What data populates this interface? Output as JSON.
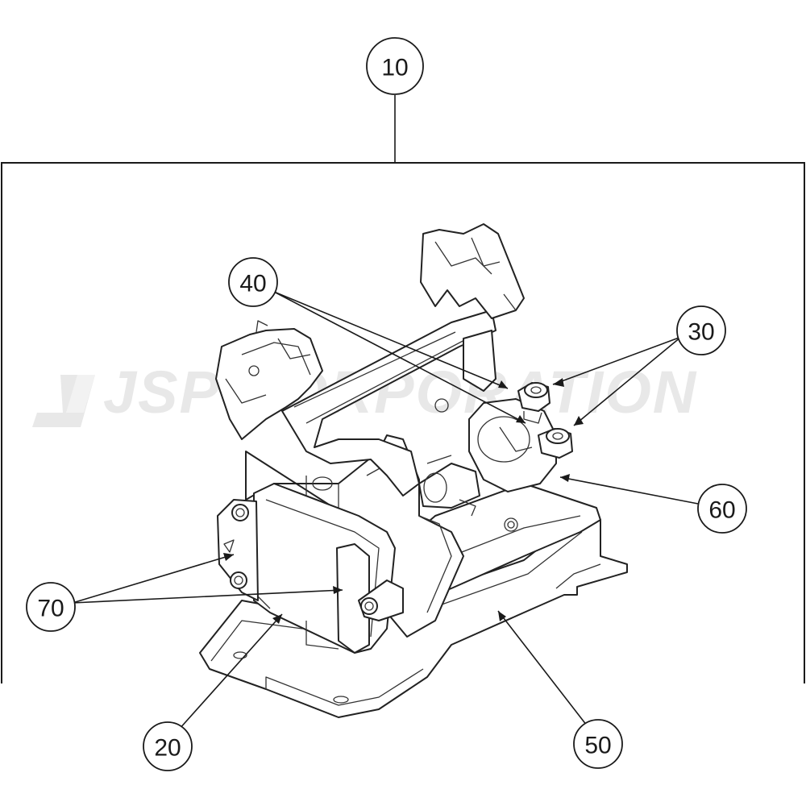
{
  "watermark": {
    "text": "JSP CORPORATION"
  },
  "callouts": [
    {
      "id": "10",
      "label": "10"
    },
    {
      "id": "20",
      "label": "20"
    },
    {
      "id": "30",
      "label": "30"
    },
    {
      "id": "40",
      "label": "40"
    },
    {
      "id": "50",
      "label": "50"
    },
    {
      "id": "60",
      "label": "60"
    },
    {
      "id": "70",
      "label": "70"
    }
  ],
  "colors": {
    "line": "#1a1a1a",
    "watermark": "#e8e8e8",
    "background": "#ffffff"
  },
  "icons": [
    "jsp-logo-icon"
  ]
}
